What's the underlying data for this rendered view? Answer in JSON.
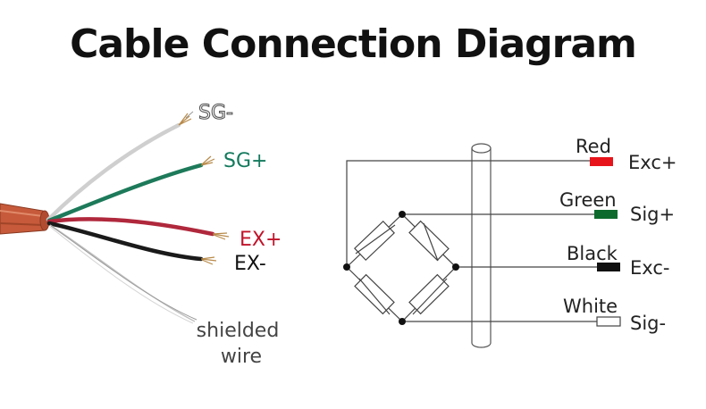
{
  "title": "Cable Connection Diagram",
  "cable": {
    "wires": [
      {
        "label": "SG-",
        "label_color": "#ffffff",
        "label_outline": "#555555",
        "wire_color": "#d4d4d4"
      },
      {
        "label": "SG+",
        "label_color": "#137a5c",
        "wire_color": "#1d7a5a"
      },
      {
        "label": "EX+",
        "label_color": "#c0142a",
        "wire_color": "#b0283c"
      },
      {
        "label": "EX-",
        "label_color": "#111111",
        "wire_color": "#1a1a1a"
      }
    ],
    "shield_label_line1": "shielded",
    "shield_label_line2": "wire",
    "sheath_color": "#c65a3a"
  },
  "schematic": {
    "connections": [
      {
        "color_name": "Red",
        "signal": "Exc+",
        "terminal_fill": "#e8141b"
      },
      {
        "color_name": "Green",
        "signal": "Sig+",
        "terminal_fill": "#0c6a2c"
      },
      {
        "color_name": "Black",
        "signal": "Exc-",
        "terminal_fill": "#111111"
      },
      {
        "color_name": "White",
        "signal": "Sig-",
        "terminal_fill": "#ffffff"
      }
    ],
    "line_color": "#444444"
  }
}
